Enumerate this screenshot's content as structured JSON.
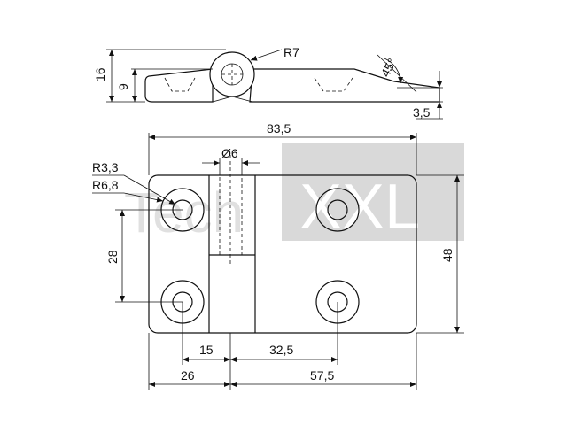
{
  "watermark": {
    "left": "Tech",
    "right": "XXL"
  },
  "dimensions": {
    "height_total": "16",
    "height_leaf": "9",
    "radius_knuckle": "R7",
    "chamfer_angle": "45°",
    "thickness": "3,5",
    "overall_length": "83,5",
    "pin_diameter": "Ø6",
    "hole_radius": "R3,3",
    "boss_radius": "R6,8",
    "hole_spacing_vertical": "28",
    "overall_width": "48",
    "offset_left": "15",
    "hole_spacing_horizontal": "32,5",
    "left_leaf_width": "26",
    "right_leaf_width": "57,5"
  }
}
